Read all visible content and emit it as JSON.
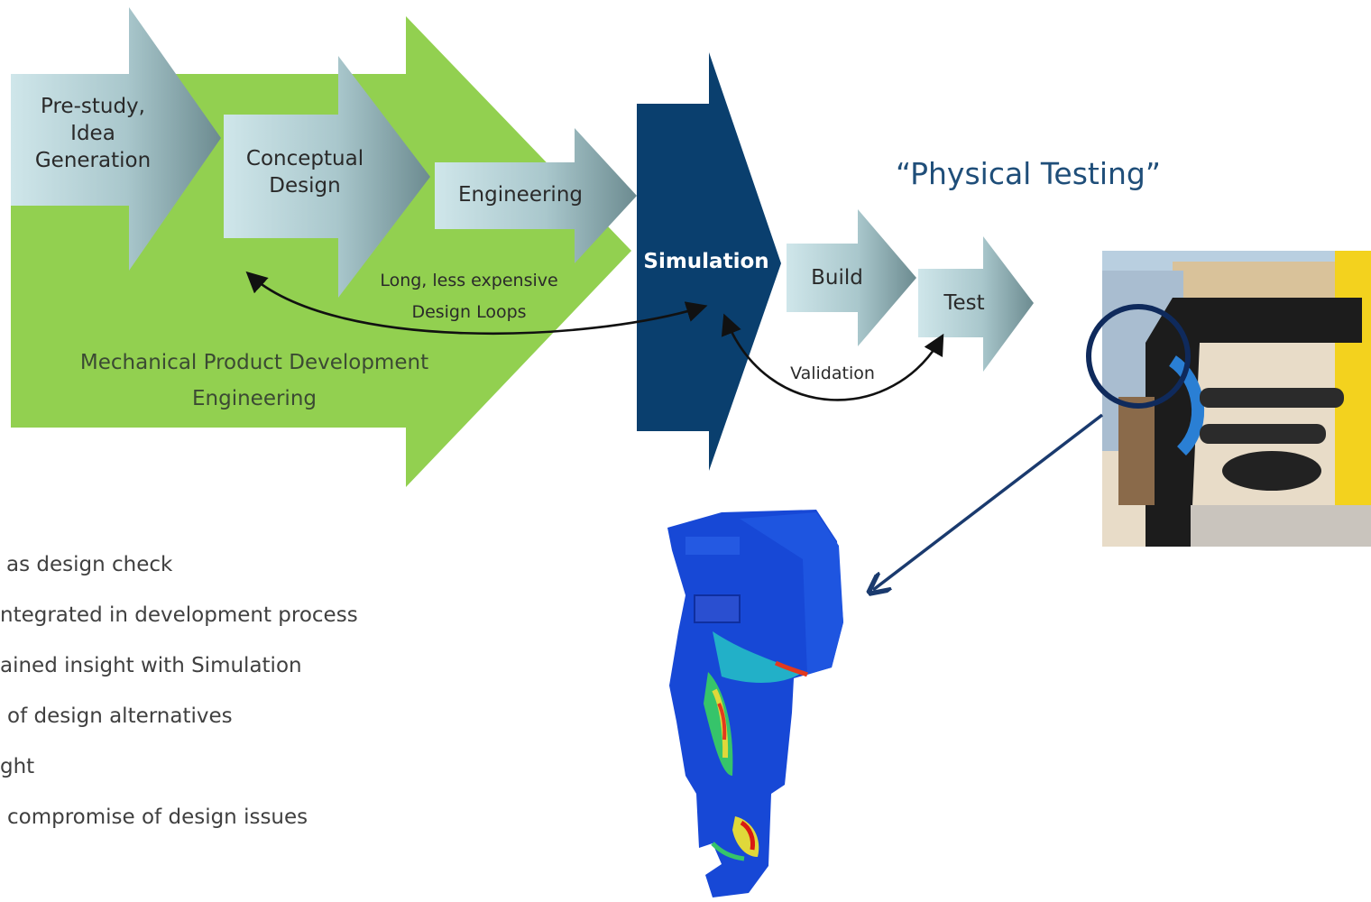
{
  "stages": {
    "prestudy": "Pre-study,\nIdea\nGeneration",
    "conceptual": "Conceptual\nDesign",
    "engineering": "Engineering",
    "simulation": "Simulation",
    "build": "Build",
    "test": "Test"
  },
  "labels": {
    "physical_testing": "“Physical Testing”",
    "loops": "Long, less expensive\nDesign Loops",
    "validation": "Validation",
    "mechanical": "Mechanical Product Development\nEngineering"
  },
  "bullets": [
    "as design check",
    "ntegrated in development process",
    "ained insight with Simulation",
    "of design alternatives",
    "ght",
    "compromise of design issues"
  ],
  "colors": {
    "green": "#92d050",
    "simulation": "#0a3f6e",
    "arrow_light": "#c9e3e8",
    "arrow_dark": "#6f8f94",
    "callout": "#1a3a6e"
  }
}
